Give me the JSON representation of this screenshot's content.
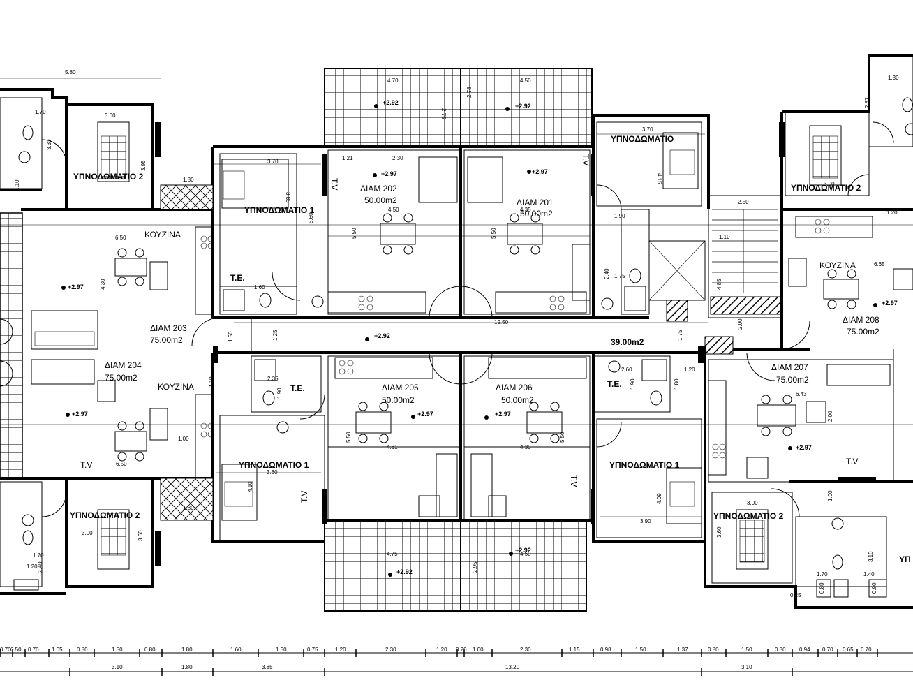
{
  "rooms": {
    "diam201": {
      "name": "ΔΙΑΜ 201",
      "area": "50.00m2"
    },
    "diam202": {
      "name": "ΔΙΑΜ 202",
      "area": "50.00m2"
    },
    "diam203": {
      "name": "ΔΙΑΜ 203",
      "area": "75.00m2"
    },
    "diam204": {
      "name": "ΔΙΑΜ 204",
      "area": "75.00m2"
    },
    "diam205": {
      "name": "ΔΙΑΜ 205",
      "area": "50.00m2"
    },
    "diam206": {
      "name": "ΔΙΑΜ 206",
      "area": "50.00m2"
    },
    "diam207": {
      "name": "ΔΙΑΜ 207",
      "area": "75.00m2"
    },
    "diam208": {
      "name": "ΔΙΑΜ 208",
      "area": "75.00m2"
    },
    "corridor_area": "39.00m2"
  },
  "labels": {
    "bedroom1": "ΥΠΝΟΔΩΜΑΤΙΟ 1",
    "bedroom2": "ΥΠΝΟΔΩΜΑΤΙΟ 2",
    "bedroom": "ΥΠΝΟΔΩΜΑΤΙΟ",
    "kitchen": "ΚΟΥΖΙΝΑ",
    "wc": "Τ.Ε.",
    "tv": "Τ.V",
    "partial": "ΥΠ"
  },
  "levels": {
    "main": "+2.97",
    "balcony": "+2.92"
  },
  "dims": {
    "top": [
      "5.80",
      "3.00",
      "1.70",
      "3.30",
      "3.95",
      "1.10",
      "1.80",
      "6.50",
      "4.30",
      "3.70",
      "3.85",
      "5.60",
      "1.60",
      "4.70",
      "2.75",
      "2.78",
      "4.50",
      "1.21",
      "2.30",
      "5.50",
      "4.35",
      "3.70",
      "4.15",
      "1.90",
      "1.75",
      "2.40",
      "2.50",
      "1.10",
      "4.85",
      "19.50",
      "1.30",
      "2.87",
      "3.00",
      "1.20",
      "6.65",
      "1.25",
      "1.50",
      "2.00",
      "1.75"
    ],
    "bottom": [
      "2.35",
      "1.90",
      "4.61",
      "5.50",
      "3.60",
      "4.10",
      "1.80",
      "6.50",
      "1.00",
      "1.10",
      "4.75",
      "2.95",
      "4.50",
      "4.35",
      "2.60",
      "1.90",
      "1.20",
      "1.80",
      "6.43",
      "2.00",
      "3.90",
      "4.09",
      "3.00",
      "1.00",
      "3.60",
      "1.70",
      "1.40",
      "3.10",
      "0.80",
      "0.90",
      "1.20",
      "2.40",
      "1.70",
      "3.00",
      "3.60",
      "0.25"
    ]
  },
  "scale_row1": [
    "0.70",
    "0.50",
    "0.70",
    "1.05",
    "0.80",
    "1.50",
    "0.80",
    "1.80",
    "1.60",
    "1.50",
    "0.75",
    "1.20",
    "2.30",
    "1.20",
    "0.20",
    "1.00",
    "2.30",
    "1.15",
    "0.98",
    "1.50",
    "1.37",
    "0.80",
    "1.50",
    "0.80",
    "0.94",
    "0.70",
    "0.65",
    "0.70"
  ],
  "scale_row2": [
    "3.10",
    "1.80",
    "3.85",
    "13.20",
    "3.10"
  ]
}
